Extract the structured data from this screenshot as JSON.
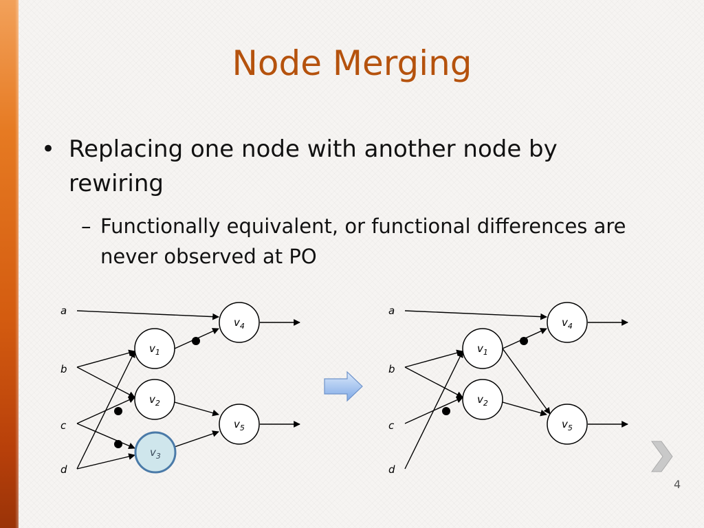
{
  "slide": {
    "title": "Node Merging",
    "bullet_symbol": "•",
    "bullet": "Replacing one node with another node by rewiring",
    "sub_bullet_symbol": "–",
    "sub_bullet": "Functionally equivalent, or functional differences are never observed at PO",
    "page_number": "4"
  },
  "diagram_left": {
    "inputs": [
      "a",
      "b",
      "c",
      "d"
    ],
    "nodes": [
      "v",
      "v",
      "v",
      "v",
      "v"
    ],
    "subscripts": [
      "1",
      "2",
      "3",
      "4",
      "5"
    ]
  },
  "diagram_right": {
    "inputs": [
      "a",
      "b",
      "c",
      "d"
    ],
    "nodes": [
      "v",
      "v",
      "v",
      "v"
    ],
    "subscripts": [
      "1",
      "2",
      "4",
      "5"
    ]
  },
  "colors": {
    "title": "#b5520d",
    "highlight_node_fill": "#cfe6ec",
    "highlight_node_stroke": "#4a7aa8",
    "arrow_fill": "#9cc0ec"
  },
  "icons": {
    "transform_arrow": "right-arrow-icon",
    "next_slide": "chevron-right-icon"
  }
}
